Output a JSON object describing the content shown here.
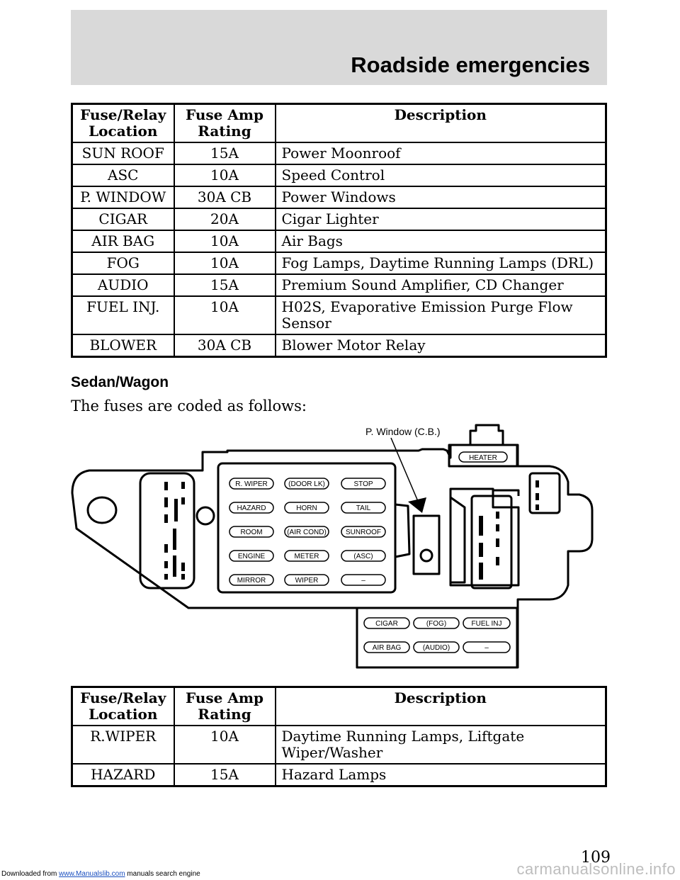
{
  "footer": {
    "prefix": "Downloaded from ",
    "link_text": "www.Manualslib.com",
    "suffix": " manuals search engine"
  },
  "header": {
    "section_title": "Roadside emergencies"
  },
  "table1": {
    "headers": {
      "location": "Fuse/Relay Location",
      "amp": "Fuse Amp Rating",
      "description": "Description"
    },
    "rows": [
      {
        "location": "SUN ROOF",
        "amp": "15A",
        "description": "Power Moonroof"
      },
      {
        "location": "ASC",
        "amp": "10A",
        "description": "Speed Control"
      },
      {
        "location": "P. WINDOW",
        "amp": "30A CB",
        "description": "Power Windows"
      },
      {
        "location": "CIGAR",
        "amp": "20A",
        "description": "Cigar Lighter"
      },
      {
        "location": "AIR BAG",
        "amp": "10A",
        "description": "Air Bags"
      },
      {
        "location": "FOG",
        "amp": "10A",
        "description": "Fog Lamps, Daytime Running Lamps (DRL)"
      },
      {
        "location": "AUDIO",
        "amp": "15A",
        "description": "Premium Sound Amplifier, CD Changer"
      },
      {
        "location": "FUEL INJ.",
        "amp": "10A",
        "description": "H02S, Evaporative Emission Purge Flow Sensor"
      },
      {
        "location": "BLOWER",
        "amp": "30A CB",
        "description": "Blower Motor Relay"
      }
    ]
  },
  "section": {
    "subheading": "Sedan/Wagon",
    "body": "The fuses are coded as follows:"
  },
  "diagram": {
    "callout": "P. Window (C.B.)",
    "heater": "HEATER",
    "main_panel": {
      "col1": [
        "R. WIPER",
        "HAZARD",
        "ROOM",
        "ENGINE",
        "MIRROR"
      ],
      "col2": [
        "(DOOR LK)",
        "HORN",
        "(AIR COND)",
        "METER",
        "WIPER"
      ],
      "col3": [
        "STOP",
        "TAIL",
        "SUNROOF",
        "(ASC)",
        "–"
      ]
    },
    "lower_panel": {
      "row1": [
        "CIGAR",
        "(FOG)",
        "FUEL INJ"
      ],
      "row2": [
        "AIR BAG",
        "(AUDIO)",
        "–"
      ]
    }
  },
  "table2": {
    "headers": {
      "location": "Fuse/Relay Location",
      "amp": "Fuse Amp Rating",
      "description": "Description"
    },
    "rows": [
      {
        "location": "R.WIPER",
        "amp": "10A",
        "description": "Daytime Running Lamps, Liftgate Wiper/Washer"
      },
      {
        "location": "HAZARD",
        "amp": "15A",
        "description": "Hazard Lamps"
      }
    ]
  },
  "page_number": "109",
  "watermark": "carmanualsonline.info"
}
